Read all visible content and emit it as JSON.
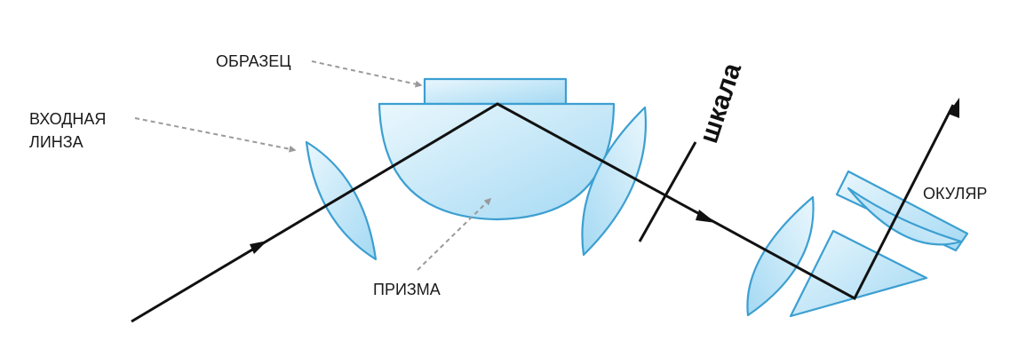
{
  "labels": {
    "sample": "ОБРАЗЕЦ",
    "entrance_lens_line1": "ВХОДНАЯ",
    "entrance_lens_line2": "ЛИНЗА",
    "prism": "ПРИЗМА",
    "scale": "шкала",
    "eyepiece": "ОКУЛЯР"
  },
  "colors": {
    "glass_light": "#e6f6fd",
    "glass_dark": "#a9dcf4",
    "glass_edge": "#3c9fd1",
    "ray": "#111111",
    "leader": "#9a9a9a"
  }
}
